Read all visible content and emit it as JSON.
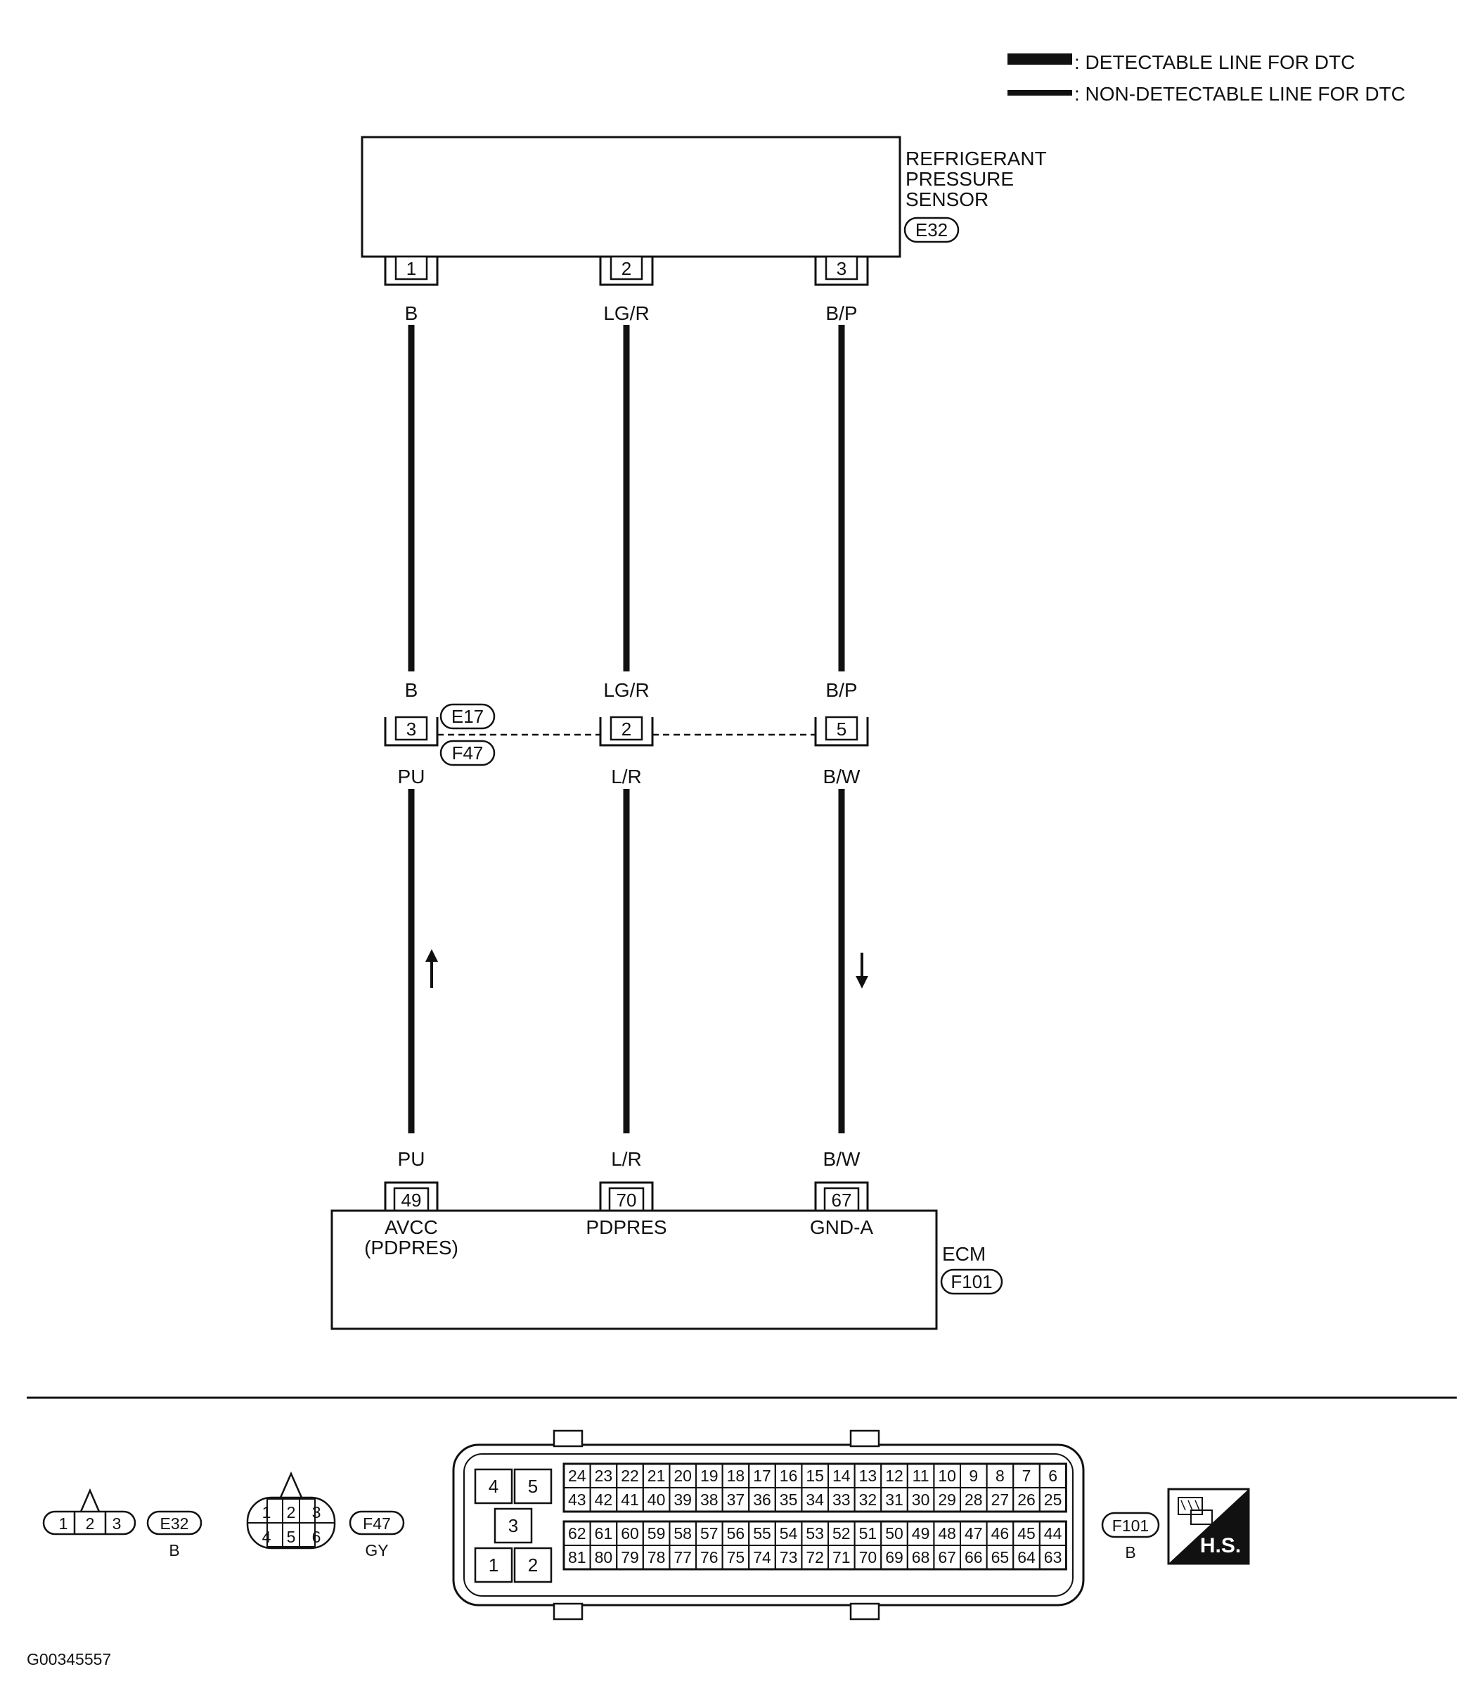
{
  "legend": {
    "detectable": ": DETECTABLE LINE FOR DTC",
    "non_detectable": ": NON-DETECTABLE LINE FOR DTC"
  },
  "sensor": {
    "name_lines": [
      "REFRIGERANT",
      "PRESSURE",
      "SENSOR"
    ],
    "connector": "E32",
    "pins": [
      "1",
      "2",
      "3"
    ]
  },
  "wires": [
    {
      "top_color": "B",
      "mid_color_top": "B",
      "mid_pin": "3",
      "mid_color_bottom": "PU",
      "bottom_color": "PU",
      "ecm_pin": "49"
    },
    {
      "top_color": "LG/R",
      "mid_color_top": "LG/R",
      "mid_pin": "2",
      "mid_color_bottom": "L/R",
      "bottom_color": "L/R",
      "ecm_pin": "70"
    },
    {
      "top_color": "B/P",
      "mid_color_top": "B/P",
      "mid_pin": "5",
      "mid_color_bottom": "B/W",
      "bottom_color": "B/W",
      "ecm_pin": "67"
    }
  ],
  "joint": {
    "upper_connector": "E17",
    "lower_connector": "F47"
  },
  "ecm": {
    "name": "ECM",
    "connector": "F101",
    "terminals": [
      "AVCC",
      "(PDPRES)",
      "PDPRES",
      "GND-A"
    ]
  },
  "connector_views": {
    "e32": {
      "pins": [
        "1",
        "2",
        "3"
      ],
      "id": "E32",
      "color": "B"
    },
    "f47": {
      "pins_top": [
        "1",
        "2",
        "3"
      ],
      "pins_bottom": [
        "4",
        "5",
        "6"
      ],
      "id": "F47",
      "color": "GY"
    },
    "f101": {
      "id": "F101",
      "color": "B",
      "left_block": [
        "4",
        "5",
        "3",
        "1",
        "2"
      ],
      "rows": [
        [
          "24",
          "23",
          "22",
          "21",
          "20",
          "19",
          "18",
          "17",
          "16",
          "15",
          "14",
          "13",
          "12",
          "11",
          "10",
          "9",
          "8",
          "7",
          "6"
        ],
        [
          "43",
          "42",
          "41",
          "40",
          "39",
          "38",
          "37",
          "36",
          "35",
          "34",
          "33",
          "32",
          "31",
          "30",
          "29",
          "28",
          "27",
          "26",
          "25"
        ],
        [
          "62",
          "61",
          "60",
          "59",
          "58",
          "57",
          "56",
          "55",
          "54",
          "53",
          "52",
          "51",
          "50",
          "49",
          "48",
          "47",
          "46",
          "45",
          "44"
        ],
        [
          "81",
          "80",
          "79",
          "78",
          "77",
          "76",
          "75",
          "74",
          "73",
          "72",
          "71",
          "70",
          "69",
          "68",
          "67",
          "66",
          "65",
          "64",
          "63"
        ]
      ]
    },
    "hs_label": "H.S."
  },
  "figure_id": "G00345557"
}
